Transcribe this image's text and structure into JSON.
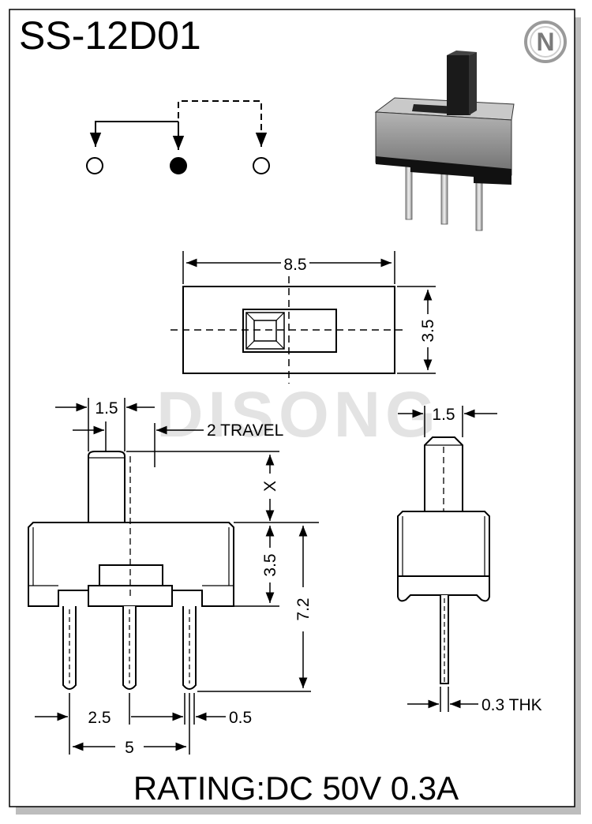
{
  "header": {
    "title": "SS-12D01"
  },
  "brand": {
    "logo_letter": "N",
    "watermark": "DISONG"
  },
  "top_view": {
    "width_label": "8.5",
    "height_label": "3.5"
  },
  "side_view": {
    "pitch_width_label": "1.5",
    "travel_label": "2 TRAVEL",
    "actuator_height_label": "X",
    "body_height_label": "3.5",
    "total_height_label": "7.2",
    "pin_spacing_label": "2.5",
    "pin_gap_label": "0.5",
    "span_label": "5"
  },
  "end_view": {
    "actuator_width_label": "1.5",
    "pin_thickness_label": "0.3 THK"
  },
  "footer": {
    "rating": "RATING:DC 50V 0.3A"
  },
  "colors": {
    "ink": "#000000",
    "watermark": "#d9d9d9",
    "body_gray": "#8a8a8a",
    "frame_shadow": "#bdbdbd"
  }
}
